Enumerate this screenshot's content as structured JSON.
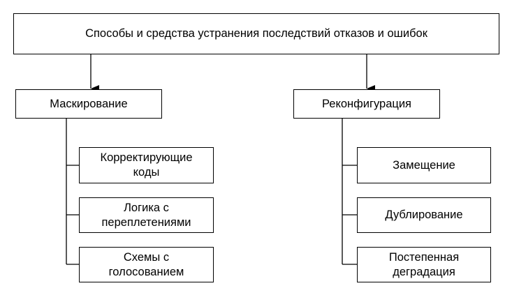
{
  "root": {
    "label": "Способы и средства устранения последствий отказов и ошибок"
  },
  "branches": [
    {
      "label": "Маскирование",
      "children": [
        {
          "label": "Корректирующие\nкоды"
        },
        {
          "label": "Логика с\nпереплетениями"
        },
        {
          "label": "Схемы с\nголосованием"
        }
      ]
    },
    {
      "label": "Реконфигурация",
      "children": [
        {
          "label": "Замещение"
        },
        {
          "label": "Дублирование"
        },
        {
          "label": "Постепенная\nдеградация"
        }
      ]
    }
  ]
}
